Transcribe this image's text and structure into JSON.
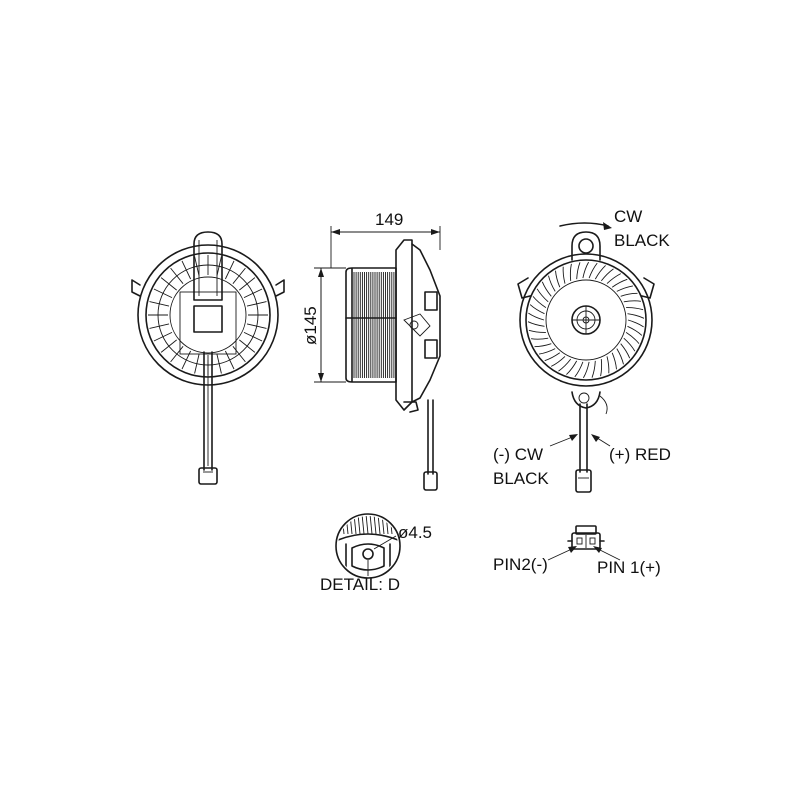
{
  "dimensions": {
    "width_label": "149",
    "diameter_label": "ø145",
    "hole_label": "ø4.5"
  },
  "labels": {
    "top_rotation": "CW",
    "top_wire_color": "BLACK",
    "neg_wire": "(-) CW",
    "neg_wire_color": "BLACK",
    "pos_wire": "(+) RED",
    "detail": "DETAIL: D",
    "pin2": "PIN2(-)",
    "pin1": "PIN 1(+)"
  },
  "colors": {
    "line": "#1a1a1a",
    "background": "#ffffff"
  }
}
